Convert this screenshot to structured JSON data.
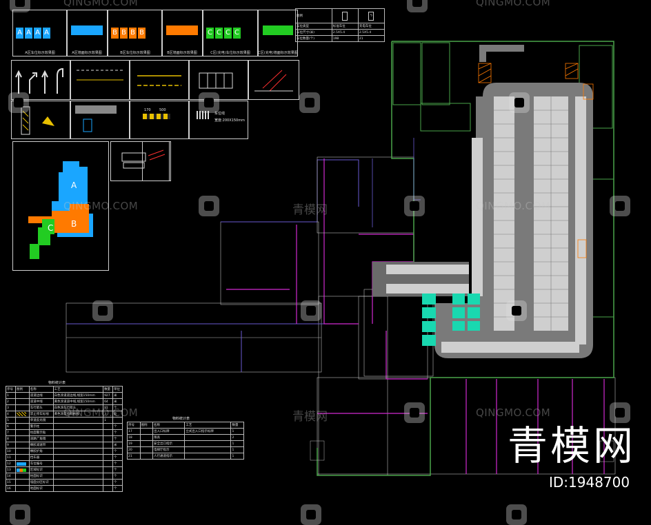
{
  "brand": {
    "name": "青模网",
    "id_text": "ID:1948700",
    "watermark_en": "QINGMO.COM",
    "watermark_cn": "青模网"
  },
  "legend_top": {
    "zone_a": {
      "letters": [
        "A",
        "A",
        "A",
        "A"
      ],
      "caption": "A区车位标示效果图",
      "color": "#1aa6ff"
    },
    "zone_a_wall": {
      "caption": "A区墙面标示效果图",
      "color": "#1aa6ff"
    },
    "zone_b": {
      "letters": [
        "B",
        "B",
        "B",
        "B"
      ],
      "caption": "B区车位标示效果图",
      "color": "#ff7a00"
    },
    "zone_b_wall": {
      "caption": "B区墙面标示效果图",
      "color": "#ff7a00"
    },
    "zone_c": {
      "letters": [
        "C",
        "C",
        "C",
        "C"
      ],
      "caption": "C区(充电)车位标示效果图",
      "color": "#22cc22"
    },
    "zone_c_wall": {
      "caption": "C区(充电)墙面标示效果图",
      "color": "#22cc22"
    }
  },
  "stall_table": {
    "header": "图例",
    "rows": [
      {
        "label": "车位类型",
        "a": "标准车位",
        "b": "充电车位"
      },
      {
        "label": "车位尺寸(米)",
        "a": "2.5X5.4",
        "b": "2.5X5.4"
      },
      {
        "label": "车位数量(个)",
        "a": "198",
        "b": "21"
      }
    ]
  },
  "zone_map": {
    "title": "停车分区颜色示意图",
    "labels": [
      "A",
      "B",
      "C"
    ]
  },
  "detail_text": {
    "sign_note": "车位线",
    "size_note": "宽度:200X150mm",
    "dim_a": "170",
    "dim_b": "500"
  },
  "material_table_1": {
    "title": "物料统计表",
    "headers": [
      "序号",
      "图例",
      "名称",
      "工艺",
      "数量",
      "单位"
    ],
    "rows": [
      [
        "1",
        "",
        "道道边线",
        "白色涂道道边线,线宽150mm",
        "927",
        "米"
      ],
      [
        "2",
        "",
        "道道中线",
        "黄色涂道道中线,线宽150mm",
        "64",
        "米"
      ],
      [
        "3",
        "",
        "车行箭头",
        "白色涂车行箭头",
        "91",
        "个"
      ],
      [
        "4",
        "",
        "禁止停车标线",
        "黄色涂禁停网格线",
        "3",
        "处"
      ],
      [
        "5",
        "",
        "单道反光镜",
        "",
        "1",
        "个"
      ],
      [
        "6",
        "",
        "警示柱",
        "",
        "",
        "个"
      ],
      [
        "7",
        "",
        "柱面警示贴",
        "",
        "",
        "个"
      ],
      [
        "8",
        "",
        "道路广角镜",
        "",
        "",
        "个"
      ],
      [
        "9",
        "",
        "橡胶减速带",
        "",
        "",
        "米"
      ],
      [
        "10",
        "",
        "橡胶护角",
        "",
        "",
        "个"
      ],
      [
        "11",
        "",
        "挡车器",
        "",
        "",
        "个"
      ],
      [
        "12",
        "",
        "车位编号",
        "",
        "",
        "个"
      ],
      [
        "13",
        "",
        "区域标识",
        "",
        "",
        "个"
      ],
      [
        "14",
        "",
        "柱面标识",
        "",
        "",
        "个"
      ],
      [
        "15",
        "",
        "墙面分区标识",
        "",
        "",
        "个"
      ],
      [
        "16",
        "",
        "地面标识",
        "",
        "",
        "个"
      ]
    ]
  },
  "material_table_2": {
    "title": "物料统计表",
    "headers": [
      "序号",
      "图例",
      "名称",
      "工艺",
      "数量"
    ],
    "rows": [
      [
        "17",
        "",
        "出入口标牌",
        "立式出入口指示标牌",
        "1"
      ],
      [
        "18",
        "",
        "限高",
        "",
        "2"
      ],
      [
        "19",
        "",
        "安全出口指示",
        "",
        "1"
      ],
      [
        "20",
        "",
        "电梯厅指示",
        "",
        "1"
      ],
      [
        "21",
        "",
        "人行通道指示",
        "",
        "1"
      ]
    ]
  },
  "colors": {
    "zone_a": "#1aa6ff",
    "zone_b": "#ff7a00",
    "zone_c": "#22cc22",
    "wall": "#4aa64a",
    "magenta": "#d22ad2",
    "purple": "#6a5ad2",
    "parking_bay": "#cfcfcf",
    "road": "#7a7a7a",
    "charging": "#19d8b0"
  }
}
